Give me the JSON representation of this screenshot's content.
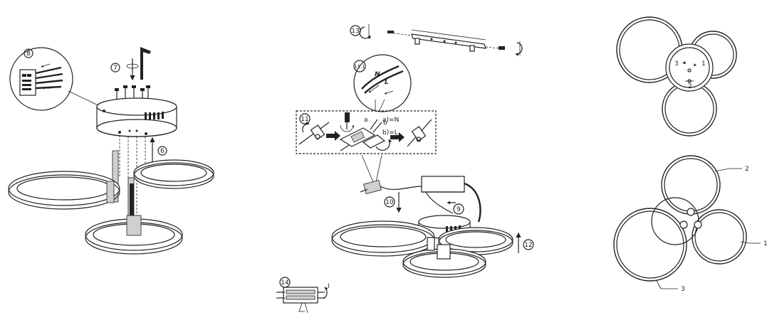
{
  "steps": {
    "s6": "6",
    "s7": "7",
    "s8": "8",
    "s9": "9",
    "s10": "10",
    "s11": "11",
    "s11_1": "11.1",
    "s12": "12",
    "s13": "13",
    "s14": "14"
  },
  "wiring": {
    "a_eq_n": "a)=N",
    "b_eq_l": "b)=L",
    "a": "a",
    "b": "b",
    "n": "N",
    "l": "L"
  },
  "top_view": {
    "p1": "1",
    "p2": "2",
    "p3": "3"
  },
  "callouts": {
    "c1": "1",
    "c2": "2",
    "c3": "3"
  },
  "fig14": {
    "one": "I"
  }
}
